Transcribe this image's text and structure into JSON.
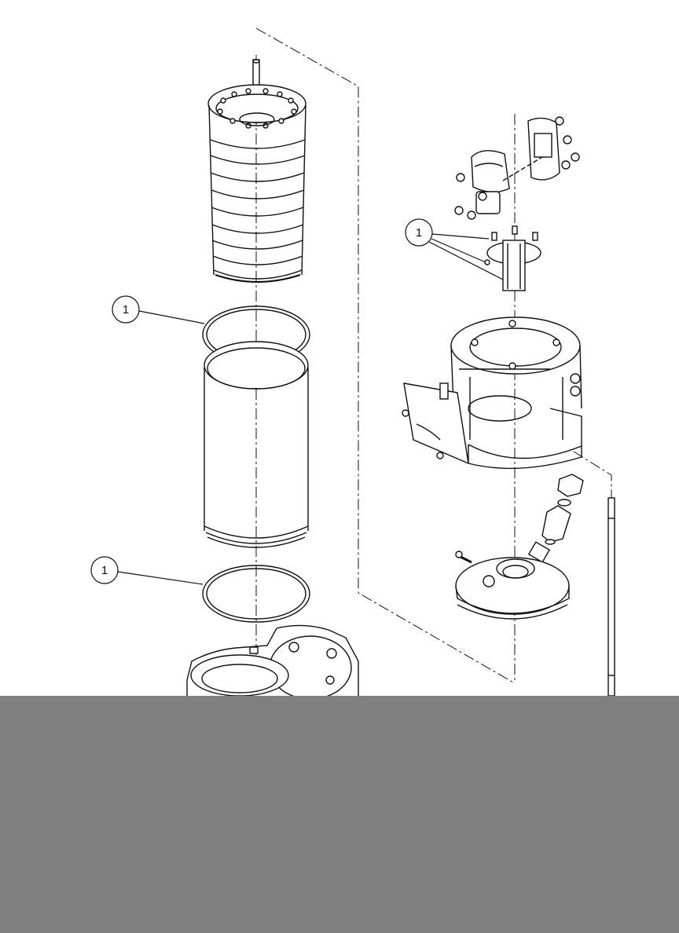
{
  "callouts": [
    {
      "id": "callout-top-right",
      "label": "1"
    },
    {
      "id": "callout-upper-oring",
      "label": "1"
    },
    {
      "id": "callout-lower-oring",
      "label": "1"
    }
  ],
  "colors": {
    "line": "#111111",
    "background": "#ffffff",
    "overlay": "#808080"
  }
}
